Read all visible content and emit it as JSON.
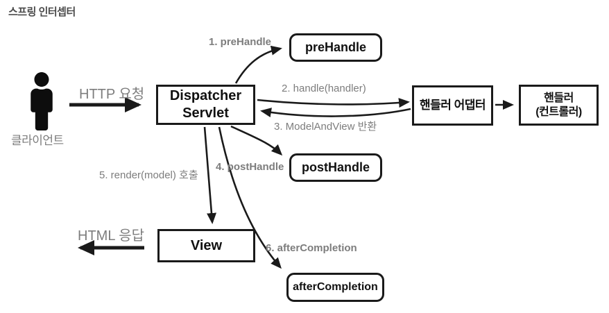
{
  "title": "스프링 인터셉터",
  "actor": {
    "label": "클라이언트"
  },
  "nodes": {
    "dispatcher_servlet": {
      "line1": "Dispatcher",
      "line2": "Servlet"
    },
    "pre_handle": {
      "label": "preHandle"
    },
    "handler_adapter": {
      "label": "핸들러 어댑터"
    },
    "handler": {
      "line1": "핸들러",
      "line2": "(컨트롤러)"
    },
    "post_handle": {
      "label": "postHandle"
    },
    "view": {
      "label": "View"
    },
    "after_completion": {
      "label": "afterCompletion"
    }
  },
  "edges": {
    "http_request": {
      "label": "HTTP 요청"
    },
    "step1_prehandle": {
      "label": "1. preHandle"
    },
    "step2_handle": {
      "label": "2. handle(handler)"
    },
    "step3_modelandview": {
      "label": "3. ModelAndView 반환"
    },
    "step4_posthandle": {
      "label": "4. postHandle"
    },
    "step5_render": {
      "label": "5. render(model) 호출"
    },
    "step6_aftercompletion": {
      "label": "6. afterCompletion"
    },
    "html_response": {
      "label": "HTML 응답"
    }
  },
  "colors": {
    "line": "#1a1a1a",
    "label_gray": "#7d7d7d",
    "title_color": "#4a4a4a",
    "background": "#ffffff"
  }
}
